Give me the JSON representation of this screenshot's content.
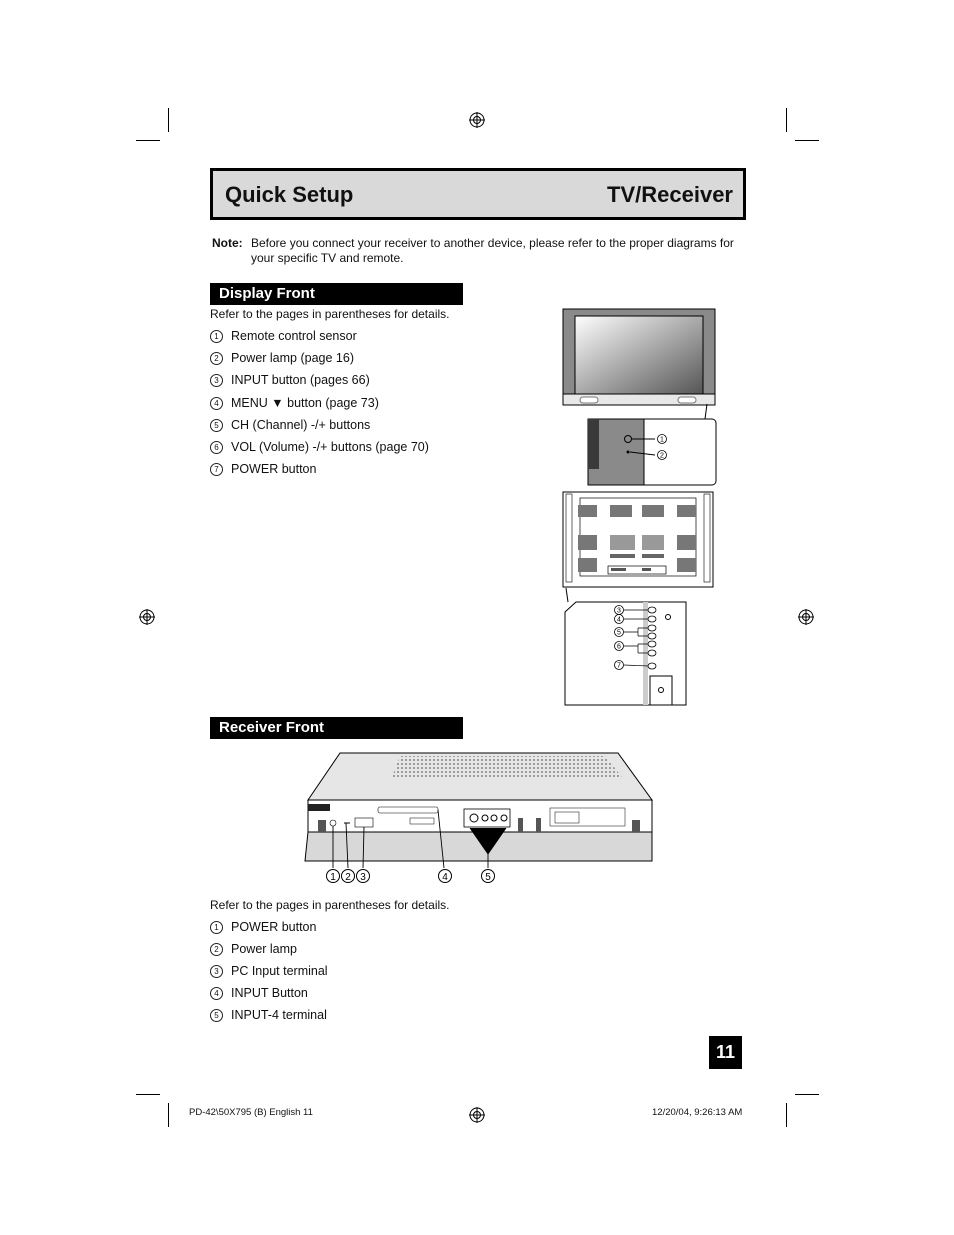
{
  "header": {
    "title": "Quick Setup",
    "right_title": "TV/Receiver"
  },
  "note": {
    "label": "Note:",
    "text": "Before you connect your receiver to another device, please refer to the proper diagrams for your specific TV and remote."
  },
  "display_front": {
    "heading": "Display Front",
    "intro": "Refer to the pages in parentheses for details.",
    "items": [
      {
        "num": "1",
        "label": "Remote control sensor"
      },
      {
        "num": "2",
        "label": "Power lamp (page 16)"
      },
      {
        "num": "3",
        "label": "INPUT button (pages 66)"
      },
      {
        "num": "4",
        "label": "MENU ▼ button (page 73)"
      },
      {
        "num": "5",
        "label": "CH (Channel) -/+ buttons"
      },
      {
        "num": "6",
        "label": "VOL (Volume) -/+ buttons (page 70)"
      },
      {
        "num": "7",
        "label": "POWER button"
      }
    ],
    "figure_callouts": [
      "1",
      "2",
      "3",
      "4",
      "5",
      "6",
      "7"
    ]
  },
  "receiver_front": {
    "heading": "Receiver Front",
    "intro": "Refer to the pages in parentheses for details.",
    "items": [
      {
        "num": "1",
        "label": "POWER button"
      },
      {
        "num": "2",
        "label": "Power lamp"
      },
      {
        "num": "3",
        "label": "PC Input terminal"
      },
      {
        "num": "4",
        "label": "INPUT Button"
      },
      {
        "num": "5",
        "label": "INPUT-4 terminal"
      }
    ],
    "figure_callouts": [
      "1",
      "2",
      "3",
      "4",
      "5"
    ]
  },
  "page_number": "11",
  "footer": {
    "left": "PD-42\\50X795 (B) English   11",
    "right": "12/20/04, 9:26:13 AM"
  }
}
